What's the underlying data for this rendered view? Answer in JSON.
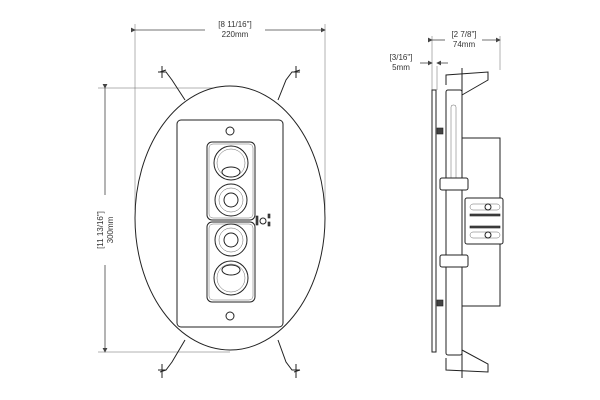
{
  "front_view": {
    "width_dimension": {
      "imperial": "[8 11/16\"]",
      "metric": "220mm"
    },
    "height_dimension": {
      "imperial": "[11 13/16\"]",
      "metric": "300mm"
    }
  },
  "side_view": {
    "depth_dimension": {
      "imperial": "[2 7/8\"]",
      "metric": "74mm"
    },
    "flange_dimension": {
      "imperial": "[3/16\"]",
      "metric": "5mm"
    }
  },
  "colors": {
    "line": "#222222",
    "background": "#ffffff"
  }
}
